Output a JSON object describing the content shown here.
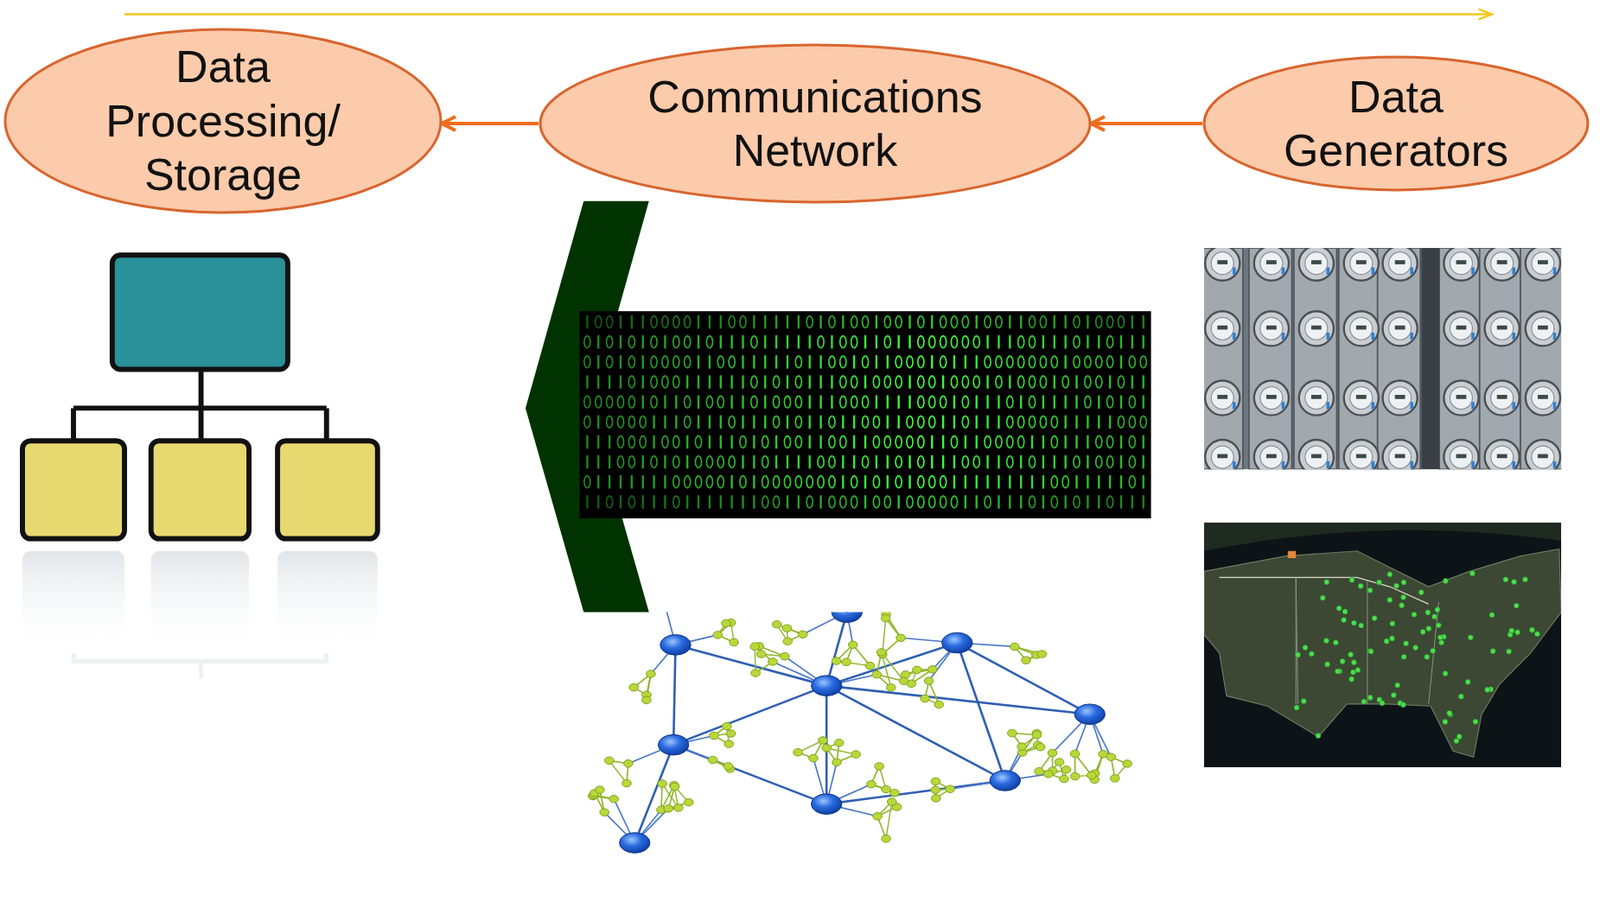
{
  "diagram": {
    "nodes": [
      {
        "text": [
          "Data Processing/ Storage"
        ]
      },
      {
        "text": [
          "Communications Network"
        ]
      },
      {
        "text": [
          "Data Generators"
        ]
      }
    ],
    "edges": [
      {
        "from": 2,
        "to": 1,
        "arrow": "to"
      },
      {
        "from": 1,
        "to": 0,
        "arrow": "to"
      }
    ]
  }
}
